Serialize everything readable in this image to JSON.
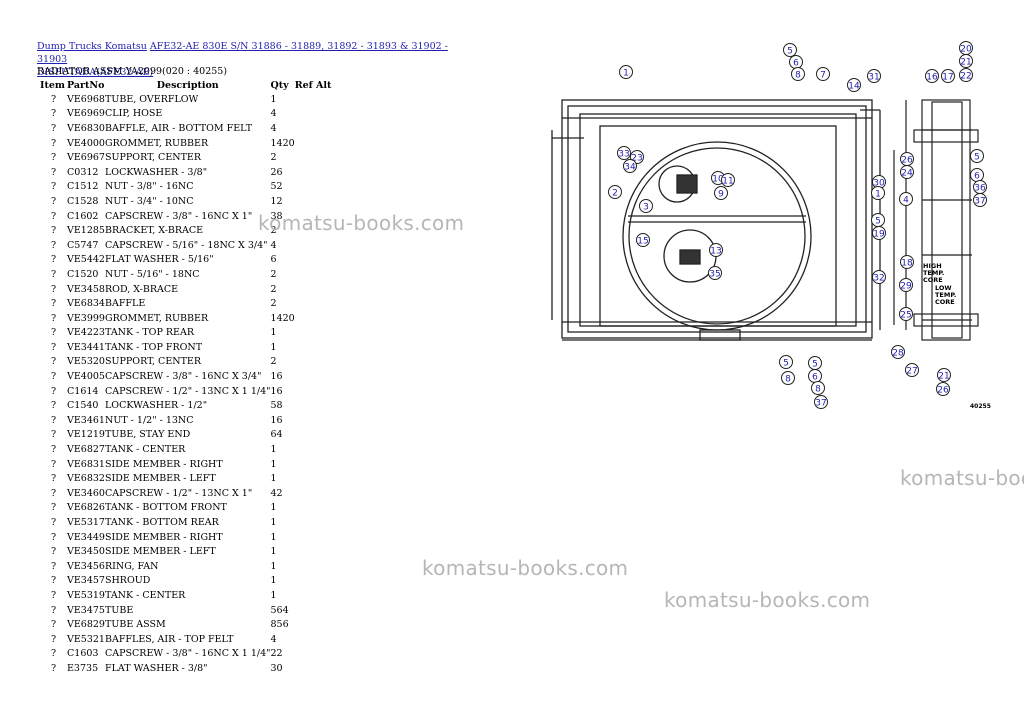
{
  "breadcrumb": {
    "link1": "Dump Trucks Komatsu",
    "link2": "AFE32-AE 830E S/N 31886 - 31889, 31892 - 31893 & 31902 - 31903",
    "link3": "DISPUTADA(AFE32-AE)"
  },
  "assembly_title": "RADIATOR ASSM YA2099(020 : 40255)",
  "table": {
    "headers": {
      "item": "Item",
      "partno": "PartNo",
      "description": "Description",
      "qty": "Qty",
      "ref": "Ref",
      "alt": "Alt"
    },
    "rows": [
      {
        "item": "?",
        "partno": "VE6968",
        "description": "TUBE, OVERFLOW",
        "qty": "1"
      },
      {
        "item": "?",
        "partno": "VE6969",
        "description": "CLIP, HOSE",
        "qty": "4"
      },
      {
        "item": "?",
        "partno": "VE6830",
        "description": "BAFFLE, AIR - BOTTOM FELT",
        "qty": "4"
      },
      {
        "item": "?",
        "partno": "VE4000",
        "description": "GROMMET, RUBBER",
        "qty": "1420"
      },
      {
        "item": "?",
        "partno": "VE6967",
        "description": "SUPPORT, CENTER",
        "qty": "2"
      },
      {
        "item": "?",
        "partno": "C0312",
        "description": "LOCKWASHER - 3/8\"",
        "qty": "26"
      },
      {
        "item": "?",
        "partno": "C1512",
        "description": "NUT - 3/8\" - 16NC",
        "qty": "52"
      },
      {
        "item": "?",
        "partno": "C1528",
        "description": "NUT - 3/4\" - 10NC",
        "qty": "12"
      },
      {
        "item": "?",
        "partno": "C1602",
        "description": "CAPSCREW - 3/8\" - 16NC X 1\"",
        "qty": "38"
      },
      {
        "item": "?",
        "partno": "VE1285",
        "description": "BRACKET, X-BRACE",
        "qty": "2"
      },
      {
        "item": "?",
        "partno": "C5747",
        "description": "CAPSCREW - 5/16\" - 18NC X 3/4\"",
        "qty": "4"
      },
      {
        "item": "?",
        "partno": "VE5442",
        "description": "FLAT WASHER - 5/16\"",
        "qty": "6"
      },
      {
        "item": "?",
        "partno": "C1520",
        "description": "NUT - 5/16\" - 18NC",
        "qty": "2"
      },
      {
        "item": "?",
        "partno": "VE3458",
        "description": "ROD, X-BRACE",
        "qty": "2"
      },
      {
        "item": "?",
        "partno": "VE6834",
        "description": "BAFFLE",
        "qty": "2"
      },
      {
        "item": "?",
        "partno": "VE3999",
        "description": "GROMMET, RUBBER",
        "qty": "1420"
      },
      {
        "item": "?",
        "partno": "VE4223",
        "description": "TANK - TOP REAR",
        "qty": "1"
      },
      {
        "item": "?",
        "partno": "VE3441",
        "description": "TANK - TOP FRONT",
        "qty": "1"
      },
      {
        "item": "?",
        "partno": "VE5320",
        "description": "SUPPORT, CENTER",
        "qty": "2"
      },
      {
        "item": "?",
        "partno": "VE4005",
        "description": "CAPSCREW - 3/8\" - 16NC X 3/4\"",
        "qty": "16"
      },
      {
        "item": "?",
        "partno": "C1614",
        "description": "CAPSCREW - 1/2\" - 13NC X 1 1/4\"",
        "qty": "16"
      },
      {
        "item": "?",
        "partno": "C1540",
        "description": "LOCKWASHER - 1/2\"",
        "qty": "58"
      },
      {
        "item": "?",
        "partno": "VE3461",
        "description": "NUT - 1/2\" - 13NC",
        "qty": "16"
      },
      {
        "item": "?",
        "partno": "VE1219",
        "description": "TUBE, STAY END",
        "qty": "64"
      },
      {
        "item": "?",
        "partno": "VE6827",
        "description": "TANK - CENTER",
        "qty": "1"
      },
      {
        "item": "?",
        "partno": "VE6831",
        "description": "SIDE MEMBER - RIGHT",
        "qty": "1"
      },
      {
        "item": "?",
        "partno": "VE6832",
        "description": "SIDE MEMBER - LEFT",
        "qty": "1"
      },
      {
        "item": "?",
        "partno": "VE3460",
        "description": "CAPSCREW - 1/2\" - 13NC X 1\"",
        "qty": "42"
      },
      {
        "item": "?",
        "partno": "VE6826",
        "description": "TANK - BOTTOM FRONT",
        "qty": "1"
      },
      {
        "item": "?",
        "partno": "VE5317",
        "description": "TANK - BOTTOM REAR",
        "qty": "1"
      },
      {
        "item": "?",
        "partno": "VE3449",
        "description": "SIDE MEMBER - RIGHT",
        "qty": "1"
      },
      {
        "item": "?",
        "partno": "VE3450",
        "description": "SIDE MEMBER - LEFT",
        "qty": "1"
      },
      {
        "item": "?",
        "partno": "VE3456",
        "description": "RING, FAN",
        "qty": "1"
      },
      {
        "item": "?",
        "partno": "VE3457",
        "description": "SHROUD",
        "qty": "1"
      },
      {
        "item": "?",
        "partno": "VE5319",
        "description": "TANK - CENTER",
        "qty": "1"
      },
      {
        "item": "?",
        "partno": "VE3475",
        "description": "TUBE",
        "qty": "564"
      },
      {
        "item": "?",
        "partno": "VE6829",
        "description": "TUBE ASSM",
        "qty": "856"
      },
      {
        "item": "?",
        "partno": "VE5321",
        "description": "BAFFLES, AIR - TOP FELT",
        "qty": "4"
      },
      {
        "item": "?",
        "partno": "C1603",
        "description": "CAPSCREW - 3/8\" - 16NC X 1 1/4\"",
        "qty": "22"
      },
      {
        "item": "?",
        "partno": "E3735",
        "description": "FLAT WASHER - 3/8\"",
        "qty": "30"
      }
    ]
  },
  "watermark": "komatsu-books.com",
  "diagram": {
    "drawing_number": "40255",
    "label_high_temp": [
      "HIGH",
      "TEMP.",
      "CORE"
    ],
    "label_low_temp": [
      "LOW",
      "TEMP.",
      "CORE"
    ],
    "callouts": [
      {
        "n": "1"
      },
      {
        "n": "5"
      },
      {
        "n": "6"
      },
      {
        "n": "8"
      },
      {
        "n": "7"
      },
      {
        "n": "14"
      },
      {
        "n": "31"
      },
      {
        "n": "16"
      },
      {
        "n": "17"
      },
      {
        "n": "20"
      },
      {
        "n": "21"
      },
      {
        "n": "22"
      },
      {
        "n": "33"
      },
      {
        "n": "23"
      },
      {
        "n": "34"
      },
      {
        "n": "2"
      },
      {
        "n": "3"
      },
      {
        "n": "10"
      },
      {
        "n": "11"
      },
      {
        "n": "9"
      },
      {
        "n": "15"
      },
      {
        "n": "13"
      },
      {
        "n": "35"
      },
      {
        "n": "26"
      },
      {
        "n": "24"
      },
      {
        "n": "30"
      },
      {
        "n": "1"
      },
      {
        "n": "4"
      },
      {
        "n": "5"
      },
      {
        "n": "19"
      },
      {
        "n": "32"
      },
      {
        "n": "18"
      },
      {
        "n": "29"
      },
      {
        "n": "25"
      },
      {
        "n": "28"
      },
      {
        "n": "27"
      },
      {
        "n": "21"
      },
      {
        "n": "26"
      },
      {
        "n": "5"
      },
      {
        "n": "6"
      },
      {
        "n": "36"
      },
      {
        "n": "37"
      },
      {
        "n": "5"
      },
      {
        "n": "8"
      },
      {
        "n": "5"
      },
      {
        "n": "6"
      },
      {
        "n": "8"
      },
      {
        "n": "37"
      }
    ]
  },
  "colors": {
    "link": "#1f1fb0",
    "callout": "#1f1fb0",
    "watermark": "#b6b6b6"
  }
}
